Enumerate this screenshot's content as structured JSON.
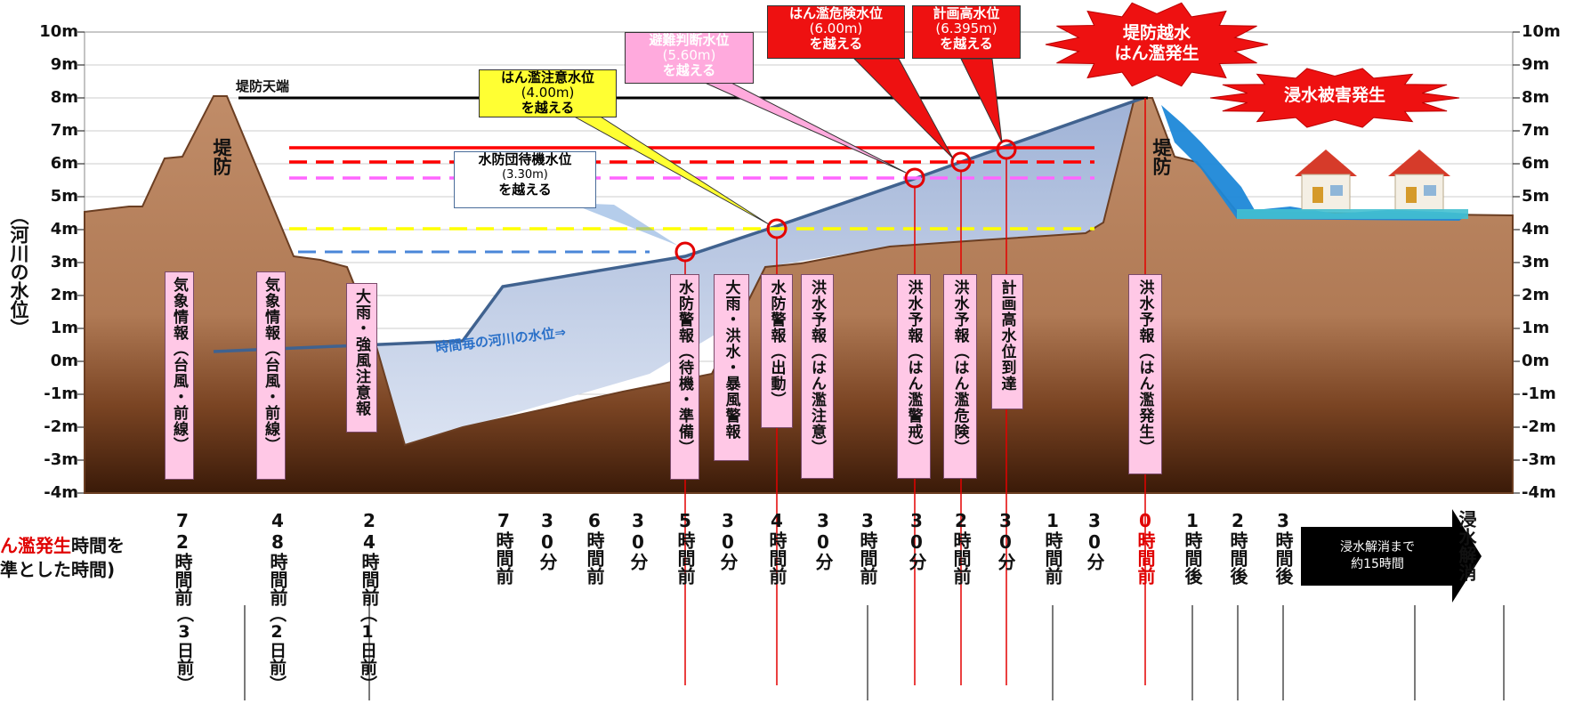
{
  "y_axis": {
    "title": "（河川の水位）",
    "ticks": [
      "10m",
      "9m",
      "8m",
      "7m",
      "6m",
      "5m",
      "4m",
      "3m",
      "2m",
      "1m",
      "0m",
      "-1m",
      "-2m",
      "-3m",
      "-4m"
    ]
  },
  "chart_data": {
    "type": "line",
    "title": "",
    "ylabel": "（河川の水位）",
    "ylim": [
      -4,
      10
    ],
    "x": [
      "72時間前",
      "48時間前",
      "24時間前",
      "7時間前",
      "6時間前",
      "5時間前",
      "4時間前",
      "3時間前",
      "2時間前",
      "1時間前",
      "0時間前"
    ],
    "series": [
      {
        "name": "時間毎の河川の水位⇒",
        "points": [
          {
            "x_hours_before": 78,
            "y": 0.2
          },
          {
            "x_hours_before": 48,
            "y": 0.3
          },
          {
            "x_hours_before": 30,
            "y": 0.4
          },
          {
            "x_hours_before": 24,
            "y": 0.4
          },
          {
            "x_hours_before": 20,
            "y": 0.6
          },
          {
            "x_hours_before": 7,
            "y": 2.1
          },
          {
            "x_hours_before": 5,
            "y": 3.3
          },
          {
            "x_hours_before": 4,
            "y": 4.0
          },
          {
            "x_hours_before": 2.5,
            "y": 5.6
          },
          {
            "x_hours_before": 2,
            "y": 6.0
          },
          {
            "x_hours_before": 1.5,
            "y": 6.4
          },
          {
            "x_hours_before": 0,
            "y": 8.0
          }
        ]
      }
    ],
    "reference_levels": [
      {
        "label": "堤防天端",
        "y": 8.0,
        "color": "#000000"
      },
      {
        "label": "計画高水位",
        "y": 6.395,
        "color": "#ff0000"
      },
      {
        "label": "はん濫危険水位",
        "y": 6.0,
        "color": "#ff0000"
      },
      {
        "label": "避難判断水位",
        "y": 5.6,
        "color": "#ff66ff"
      },
      {
        "label": "はん濫注意水位",
        "y": 4.0,
        "color": "#ffff00"
      },
      {
        "label": "水防団待機水位",
        "y": 3.3,
        "color": "#4a86d8"
      }
    ]
  },
  "labels": {
    "crest": "堤防天端",
    "levee_left": "堤防",
    "levee_right": "堤防",
    "water_level_caption": "時間毎の河川の水位⇒"
  },
  "callouts": {
    "suibou": [
      "水防団待機水位",
      "(3.30m)",
      "を越える"
    ],
    "chui": [
      "はん濫注意水位",
      "(4.00m)",
      "を越える"
    ],
    "hinan": [
      "避難判断水位",
      "(5.60m)",
      "を越える"
    ],
    "kiken": [
      "はん濫危険水位",
      "(6.00m)",
      "を越える"
    ],
    "keikaku": [
      "計画高水位",
      "(6.395m)",
      "を越える"
    ],
    "overflow": [
      "堤防越水",
      "はん濫発生"
    ],
    "damage": "浸水被害発生"
  },
  "warnings": [
    "気象情報（台風・前線）",
    "気象情報（台風・前線）",
    "大雨・強風注意報",
    "水防警報（待機・準備）",
    "大雨・洪水・暴風警報",
    "水防警報（出動）",
    "洪水予報（はん濫注意）",
    "洪水予報（はん濫警戒）",
    "洪水予報（はん濫危険）",
    "計画高水位到達",
    "洪水予報（はん濫発生）"
  ],
  "x_axis": {
    "caption": [
      "ん濫発生",
      "時間を",
      "準とした時間)"
    ],
    "labels": [
      "72時間前",
      "48時間前",
      "24時間前",
      "7時間前",
      "30分",
      "6時間前",
      "30分",
      "5時間前",
      "30分",
      "4時間前",
      "30分",
      "3時間前",
      "30分",
      "2時間前",
      "30分",
      "1時間前",
      "30分",
      "0時間前",
      "1時間後",
      "2時間後",
      "3時間後",
      "浸水解消"
    ],
    "days": [
      "（3日前）",
      "（2日前）",
      "（1日前）"
    ],
    "arrow_label": [
      "浸水解消まで",
      "約15時間"
    ]
  },
  "colors": {
    "ground": "#b8825e",
    "ground_dark": "#4a220c",
    "water": "#c6d3ea",
    "water_line": "#40628f",
    "crest_line": "#000000",
    "red": "#ff0000",
    "pink_box": "#ffc8e6",
    "flood_water": "#1e88d8"
  }
}
